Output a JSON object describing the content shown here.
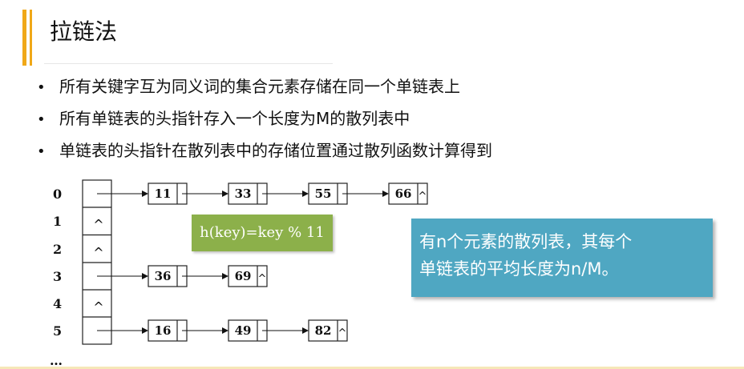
{
  "header": {
    "title": "拉链法"
  },
  "bullets": [
    "所有关键字互为同义词的集合元素存储在同一个单链表上",
    "所有单链表的头指针存入一个长度为M的散列表中",
    "单链表的头指针在散列表中的存储位置通过散列函数计算得到"
  ],
  "diagram": {
    "indices": [
      "0",
      "1",
      "2",
      "3",
      "4",
      "5"
    ],
    "ellipsis": "…",
    "null_marker": "^",
    "chains": [
      {
        "index": "0",
        "nodes": [
          "11",
          "33",
          "55",
          "66"
        ]
      },
      {
        "index": "1",
        "nodes": []
      },
      {
        "index": "2",
        "nodes": []
      },
      {
        "index": "3",
        "nodes": [
          "36",
          "69"
        ]
      },
      {
        "index": "4",
        "nodes": []
      },
      {
        "index": "5",
        "nodes": [
          "16",
          "49",
          "82"
        ]
      }
    ],
    "hash_function": "h(key)=key % 11",
    "note": [
      "有n个元素的散列表，其每个",
      "单链表的平均长度为n/M。"
    ]
  },
  "colors": {
    "accent": "#f0a818",
    "hash_box": "#8cb04a",
    "note_box": "#4fa7c2"
  }
}
